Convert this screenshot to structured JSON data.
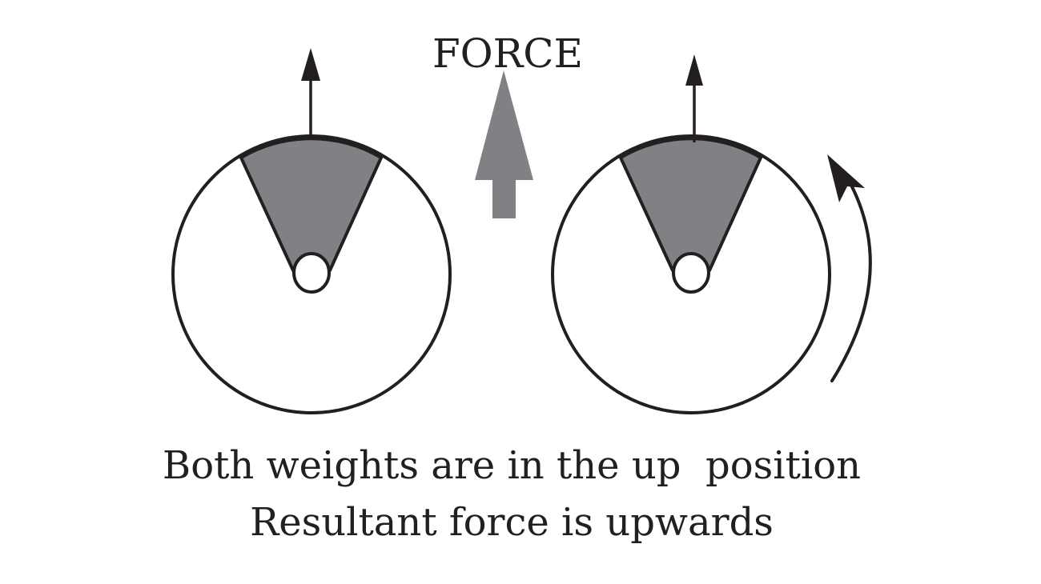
{
  "force_label": "FORCE",
  "caption": {
    "line1": "Both weights are in the up  position",
    "line2": "Resultant force is upwards"
  },
  "colors": {
    "stroke": "#231f20",
    "weight_fill": "#808184",
    "force_arrow_fill": "#808184",
    "background": "#ffffff"
  },
  "icons": {
    "left_wheel": "rotating-weight-wheel-icon",
    "right_wheel": "rotating-weight-wheel-icon",
    "force_arrow": "up-arrow-icon",
    "rotation_arrow": "counterclockwise-arc-arrow-icon"
  }
}
